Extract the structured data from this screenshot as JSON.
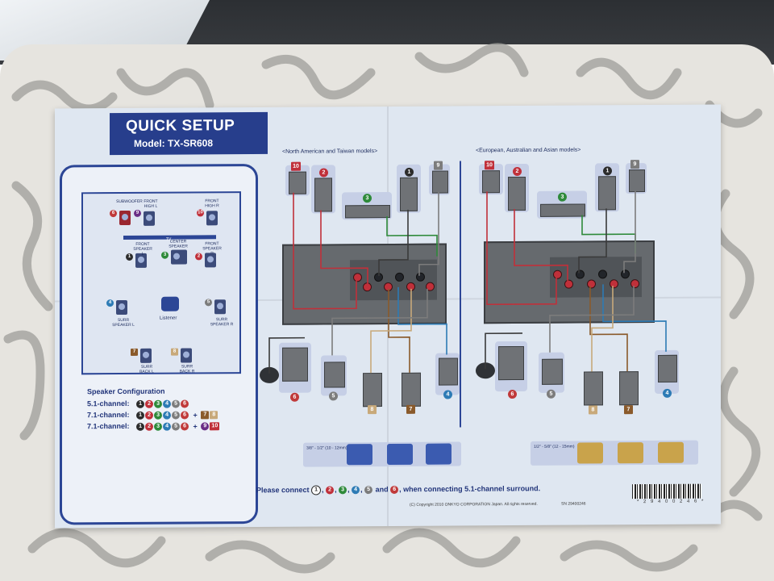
{
  "sheet": {
    "title": "QUICK SETUP",
    "model": "Model: TX-SR608",
    "region_left": "<North American and Taiwan models>",
    "region_right": "<European, Australian and Asian models>",
    "tv_label": "TV",
    "listener_label": "Listener",
    "speakers": [
      {
        "num": "9",
        "label": "FRONT HIGH L",
        "color": "#6a2d86"
      },
      {
        "num": "10",
        "label": "FRONT HIGH R",
        "color": "#c0303a"
      },
      {
        "num": "1",
        "label": "FRONT SPEAKER L",
        "color": "#2c2c2c"
      },
      {
        "num": "3",
        "label": "CENTER SPEAKER",
        "color": "#2e8a3a"
      },
      {
        "num": "2",
        "label": "FRONT SPEAKER R",
        "color": "#c0303a"
      },
      {
        "num": "4",
        "label": "SURR SPEAKER L",
        "color": "#2d7bb5"
      },
      {
        "num": "5",
        "label": "SURR SPEAKER R",
        "color": "#7c7c7c"
      },
      {
        "num": "7",
        "label": "SURR BACK L",
        "color": "#8a5a2b"
      },
      {
        "num": "8",
        "label": "SURR BACK R",
        "color": "#c8a97a"
      },
      {
        "num": "6",
        "label": "SUBWOOFER",
        "color": "#c03a3a"
      }
    ],
    "config_title": "Speaker Configuration",
    "config_rows": [
      {
        "label": "5.1-channel:",
        "extras": []
      },
      {
        "label": "7.1-channel:",
        "extras": [
          "7",
          "8"
        ]
      },
      {
        "label": "7.1-channel:",
        "extras": [
          "9",
          "10"
        ]
      }
    ],
    "connect_note": {
      "before": "Please connect",
      "middle": "and",
      "after": ", when connecting 5.1-channel surround.",
      "chips": [
        "1",
        "2",
        "3",
        "4",
        "5"
      ],
      "last_chip": "6"
    },
    "strip_left_text": "3/8\" - 1/2\" (10 - 12mm)",
    "strip_right_text": "1/2\" - 5/8\" (12 - 15mm)",
    "copyright": "(C) Copyright 2010 ONKYO CORPORATION Japan. All rights reserved.",
    "sn": "SN 29400246",
    "barcode_number": "* 2 9 4 0 0 2 4 6 *"
  },
  "colors": {
    "title_bg": "#273e8c",
    "ch1": "#2c2c2c",
    "ch2": "#c0303a",
    "ch3": "#2e8a3a",
    "ch4": "#2d7bb5",
    "ch5": "#7c7c7c",
    "ch6": "#c03a3a",
    "ch7": "#8a5a2b",
    "ch8": "#c8a97a",
    "ch9": "#6a2d86",
    "ch10": "#c0303a"
  }
}
